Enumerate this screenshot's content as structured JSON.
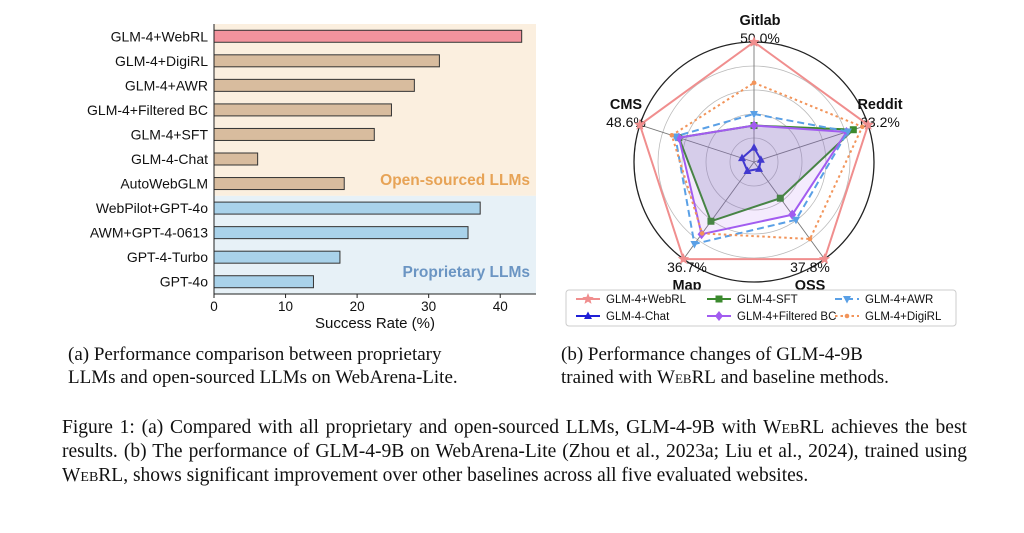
{
  "chart_data": [
    {
      "type": "bar",
      "orientation": "horizontal",
      "xlabel": "Success Rate (%)",
      "xlim": [
        0,
        45
      ],
      "xticks": [
        "0",
        "10",
        "20",
        "30",
        "40"
      ],
      "grid": false,
      "categories": [
        "GLM-4+WebRL",
        "GLM-4+DigiRL",
        "GLM-4+AWR",
        "GLM-4+Filtered BC",
        "GLM-4+SFT",
        "GLM-4-Chat",
        "AutoWebGLM",
        "WebPilot+GPT-4o",
        "AWM+GPT-4-0613",
        "GPT-4-Turbo",
        "GPT-4o"
      ],
      "values": [
        43.0,
        31.5,
        28.0,
        24.8,
        22.4,
        6.1,
        18.2,
        37.2,
        35.5,
        17.6,
        13.9
      ],
      "groups": [
        {
          "label": "Open-sourced LLMs",
          "members": [
            "GLM-4+WebRL",
            "GLM-4+DigiRL",
            "GLM-4+AWR",
            "GLM-4+Filtered BC",
            "GLM-4+SFT",
            "GLM-4-Chat",
            "AutoWebGLM"
          ],
          "background": "#fbefdf",
          "label_color": "#e7a356"
        },
        {
          "label": "Proprietary LLMs",
          "members": [
            "WebPilot+GPT-4o",
            "AWM+GPT-4-0613",
            "GPT-4-Turbo",
            "GPT-4o"
          ],
          "background": "#e7f1f7",
          "label_color": "#6b95c3"
        }
      ],
      "bar_colors": {
        "GLM-4+WebRL": "#f3939d",
        "open": "#d8bc9e",
        "proprietary": "#a9d2ea"
      }
    },
    {
      "type": "radar",
      "axes": [
        {
          "name": "Gitlab",
          "max_label": "50.0%",
          "max": 50.0
        },
        {
          "name": "Reddit",
          "max_label": "63.2%",
          "max": 63.2
        },
        {
          "name": "OSS",
          "max_label": "37.8%",
          "max": 37.8
        },
        {
          "name": "Map",
          "max_label": "36.7%",
          "max": 36.7
        },
        {
          "name": "CMS",
          "max_label": "48.6%",
          "max": 48.6
        }
      ],
      "rings": 5,
      "legend_position": "bottom",
      "series": [
        {
          "name": "GLM-4+WebRL",
          "color": "#f08e8e",
          "line": "solid",
          "marker": "star",
          "values": [
            50.0,
            63.2,
            37.8,
            36.7,
            48.6
          ]
        },
        {
          "name": "GLM-4-Chat",
          "color": "#1f1fd6",
          "line": "solid",
          "marker": "triangle",
          "values": [
            6.0,
            3.8,
            2.7,
            3.4,
            5.1
          ]
        },
        {
          "name": "GLM-4-SFT",
          "color": "#3b8a2e",
          "line": "solid",
          "marker": "square",
          "values": [
            15.2,
            55.0,
            14.1,
            22.4,
            32.0
          ]
        },
        {
          "name": "GLM-4+Filtered BC",
          "color": "#a25cf0",
          "line": "solid",
          "marker": "diamond",
          "values": [
            15.2,
            51.2,
            20.5,
            27.3,
            32.0
          ]
        },
        {
          "name": "GLM-4+AWR",
          "color": "#5aa0e6",
          "line": "dashed",
          "marker": "triangle-down",
          "values": [
            20.0,
            52.0,
            22.5,
            31.0,
            33.5
          ]
        },
        {
          "name": "GLM-4+DigiRL",
          "color": "#f2945a",
          "line": "dotted",
          "marker": "dot",
          "values": [
            33.0,
            60.0,
            30.0,
            27.0,
            35.0
          ]
        }
      ]
    }
  ],
  "captions": {
    "a_line1": "(a) Performance comparison between proprietary",
    "a_line2": "LLMs and open-sourced LLMs on WebArena-Lite.",
    "b_line1": "(b) Performance changes of GLM-4-9B",
    "b_line2_pre": "trained with ",
    "b_webrl": "WebRL",
    "b_line2_post": " and baseline methods.",
    "fig_p1": "Figure 1: (a) Compared with all proprietary and open-sourced LLMs, GLM-4-9B with ",
    "fig_webrl1": "WebRL",
    "fig_p2": " achieves the best results. (b) The performance of GLM-4-9B on WebArena-Lite (Zhou et al., 2023a; Liu et al., 2024), trained using ",
    "fig_webrl2": "WebRL",
    "fig_p3": ", shows significant improvement over other baselines across all five evaluated websites."
  }
}
